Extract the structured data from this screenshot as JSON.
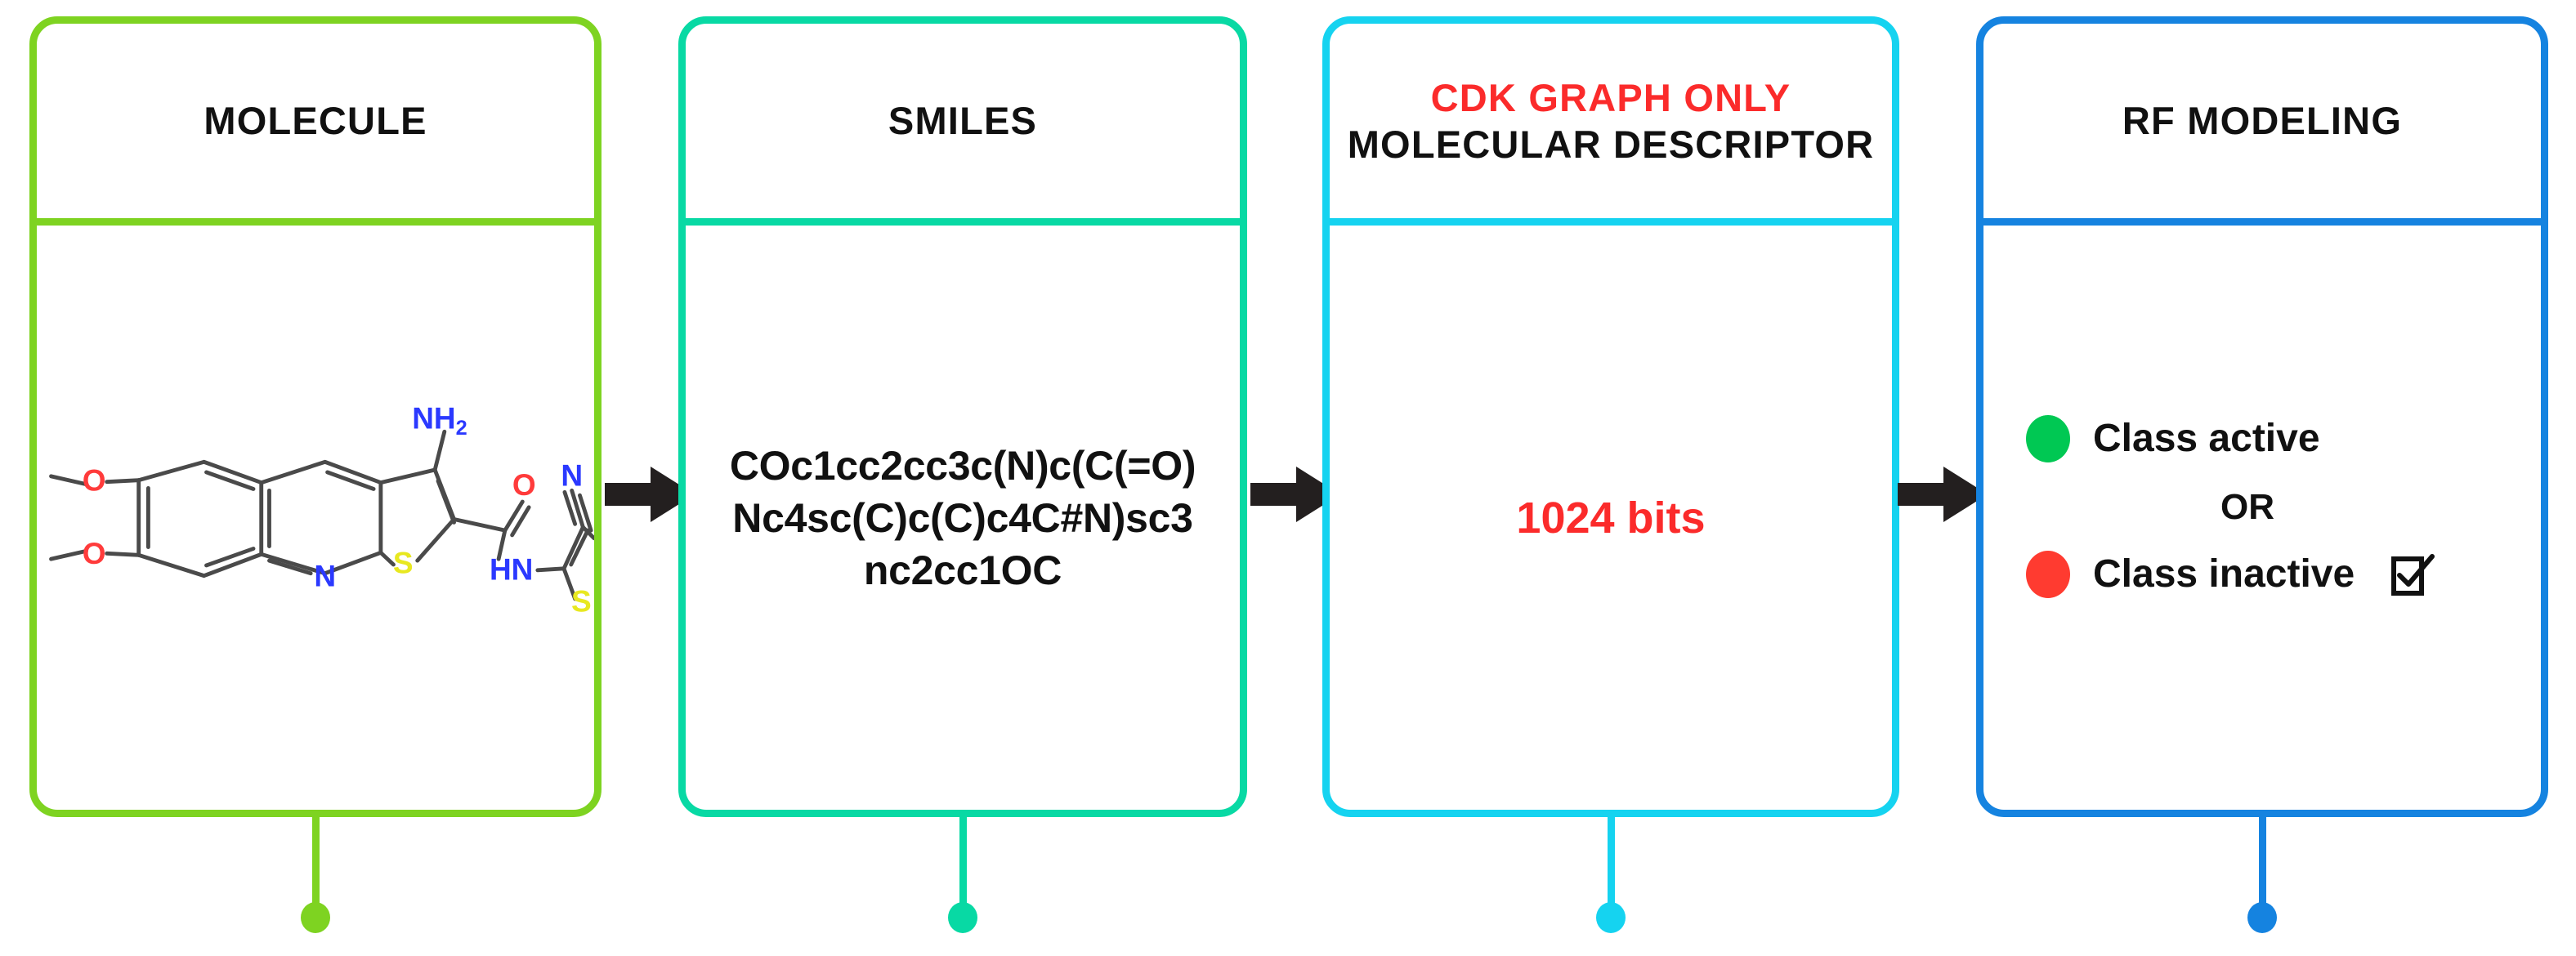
{
  "pipeline": {
    "steps": [
      {
        "id": "molecule",
        "title": "MOLECULE",
        "accent_color": "#7ed321",
        "content_kind": "structure-diagram"
      },
      {
        "id": "smiles",
        "title": "SMILES",
        "accent_color": "#08d9a4",
        "content_kind": "text",
        "value": "COc1cc2cc3c(N)c(C(=O)Nc4sc(C)c(C)c4C#N)sc3nc2cc1OC"
      },
      {
        "id": "descriptor",
        "title_highlight": "CDK GRAPH ONLY",
        "title": "MOLECULAR DESCRIPTOR",
        "highlight_color": "#fb2b2b",
        "accent_color": "#15d3f0",
        "content_kind": "text",
        "value": "1024 bits"
      },
      {
        "id": "rf",
        "title": "RF MODELING",
        "accent_color": "#1583e0",
        "content_kind": "legend"
      }
    ],
    "arrow_color": "#231f1f"
  },
  "rf_legend": {
    "active": {
      "label": "Class  active",
      "color": "#00c853"
    },
    "separator": "OR",
    "inactive": {
      "label": "Class inactive",
      "color": "#ff3b30"
    },
    "checkbox_icon": "checked-box-icon"
  },
  "molecule": {
    "name": "structure-diagram",
    "atom_labels": [
      {
        "text": "O",
        "color": "#ff3b3b"
      },
      {
        "text": "O",
        "color": "#ff3b3b"
      },
      {
        "text": "N",
        "color": "#2b39ff"
      },
      {
        "text": "NH",
        "sub": "2",
        "color": "#2b39ff"
      },
      {
        "text": "S",
        "color": "#e8e820"
      },
      {
        "text": "O",
        "color": "#ff3b3b"
      },
      {
        "text": "HN",
        "color": "#2b39ff"
      },
      {
        "text": "N",
        "color": "#2b39ff"
      },
      {
        "text": "S",
        "color": "#e8e820"
      }
    ],
    "bond_color": "#4a4a4a"
  }
}
